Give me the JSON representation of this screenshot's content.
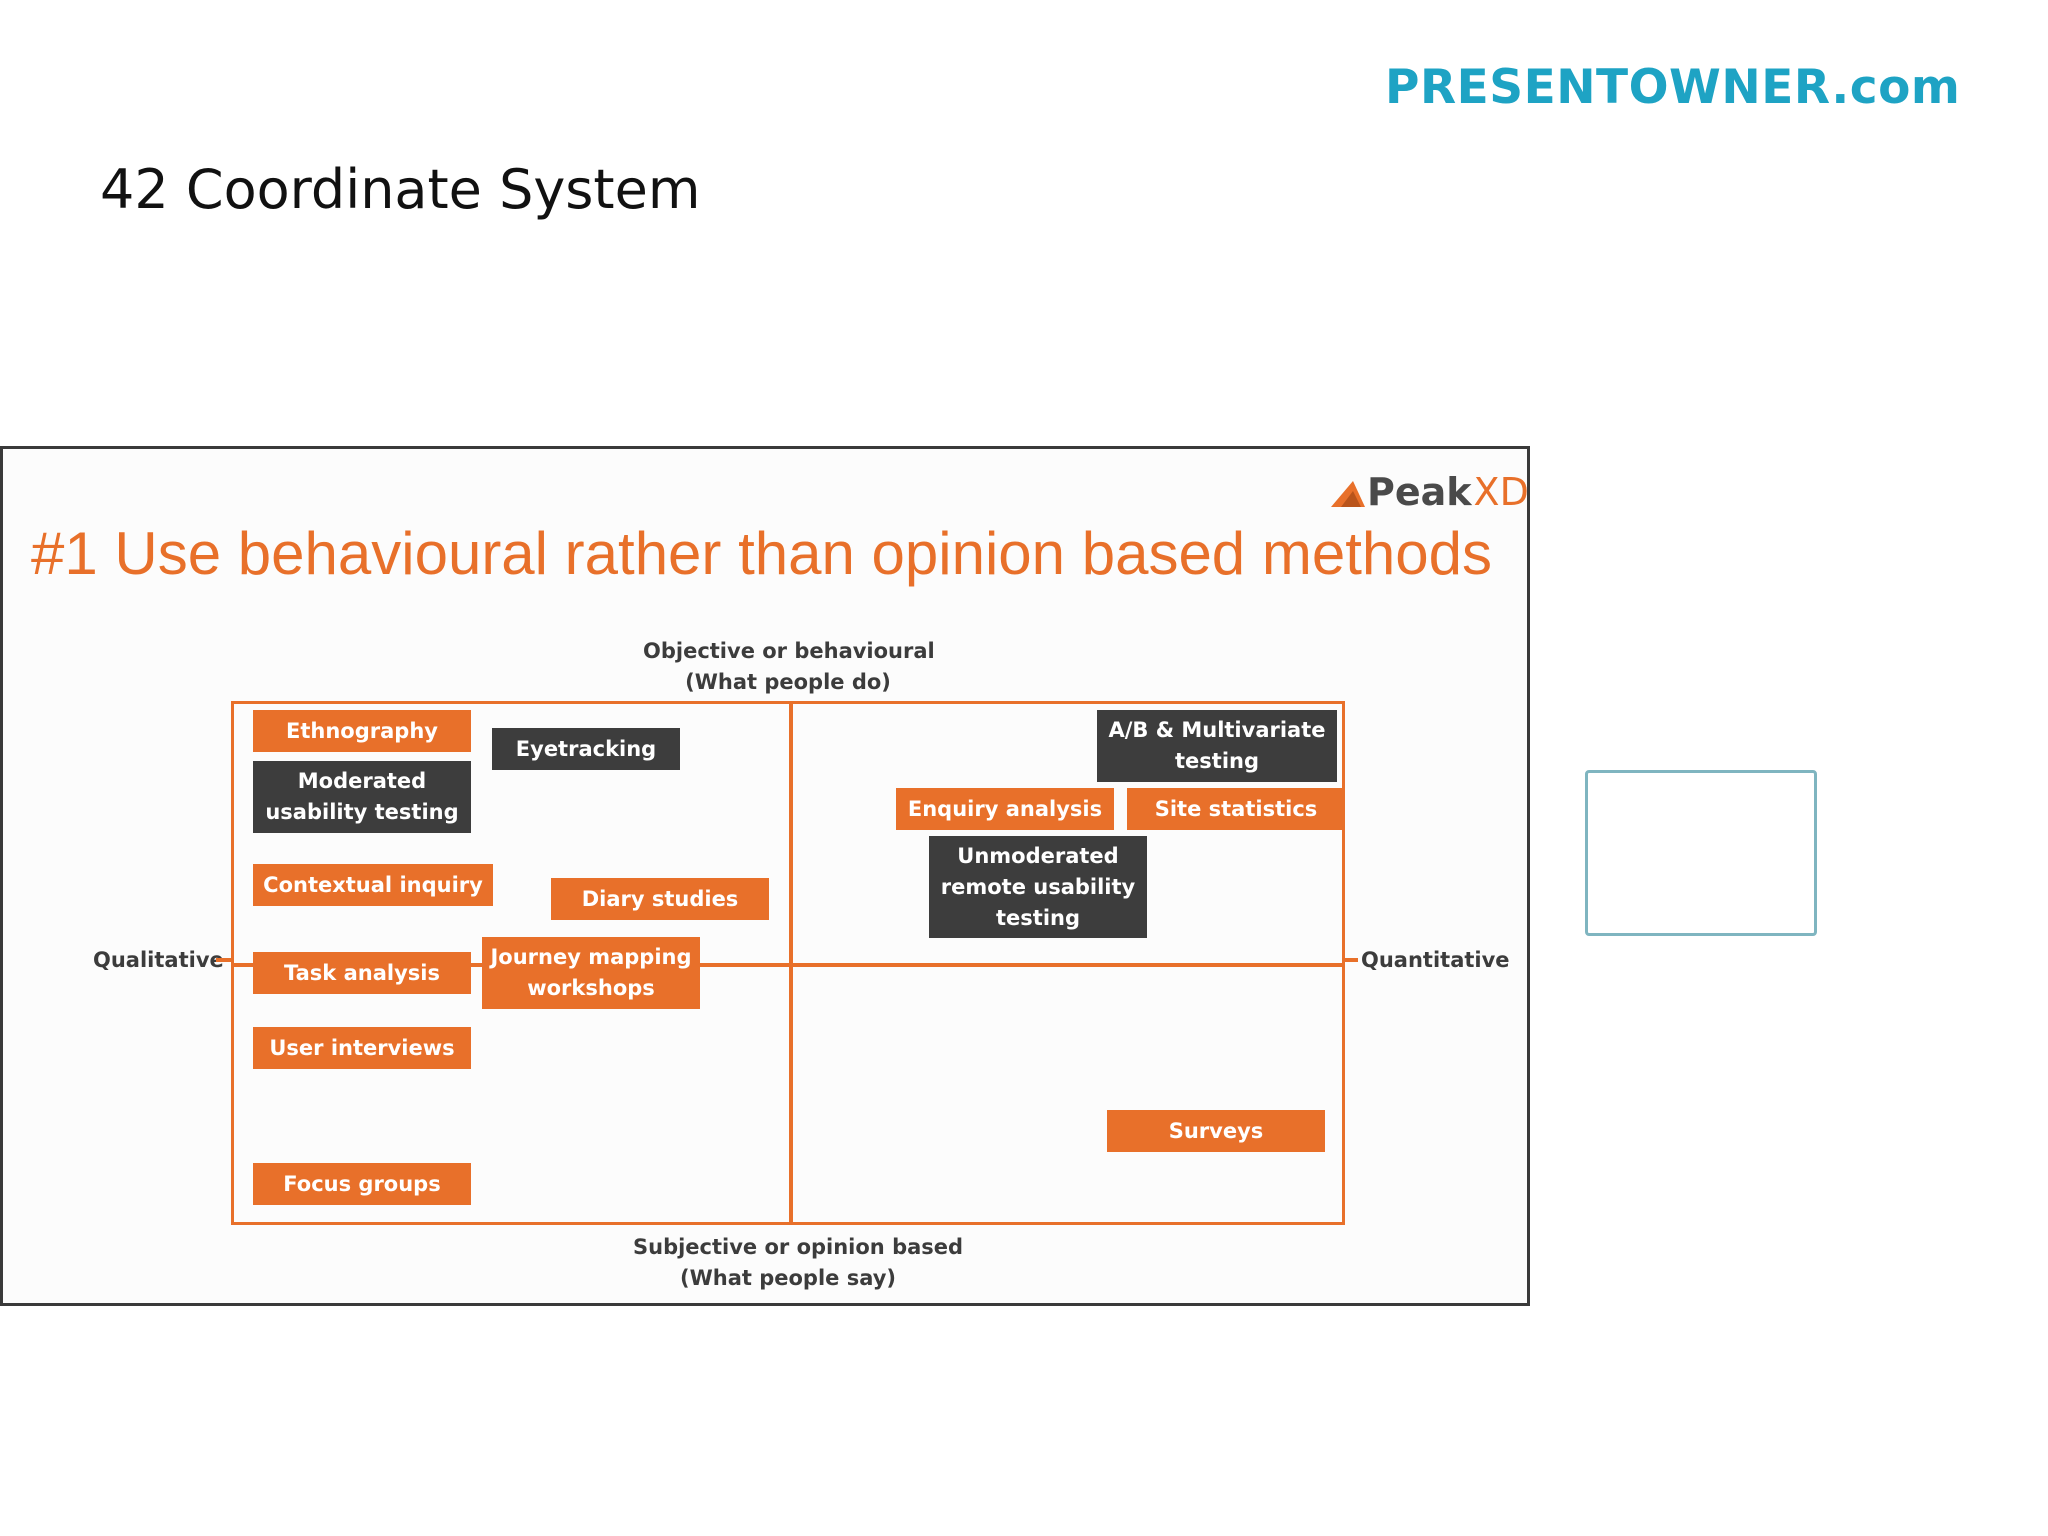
{
  "brand": "PRESENTOWNER.com",
  "slide_title": "42 Coordinate System",
  "diagram": {
    "logo": {
      "primary": "Peak",
      "secondary": "XD"
    },
    "headline": "#1 Use behavioural rather than opinion based methods",
    "axes": {
      "top": [
        "Objective or behavioural",
        "(What people do)"
      ],
      "bottom": [
        "Subjective or opinion based",
        "(What people say)"
      ],
      "left": "Qualitative",
      "right": "Quantitative"
    },
    "methods": {
      "ethnography": "Ethnography",
      "moderated": [
        "Moderated",
        "usability testing"
      ],
      "eyetracking": "Eyetracking",
      "contextual_inquiry": "Contextual inquiry",
      "diary_studies": "Diary studies",
      "task_analysis": "Task analysis",
      "journey_mapping": [
        "Journey mapping",
        "workshops"
      ],
      "user_interviews": "User interviews",
      "focus_groups": "Focus groups",
      "ab_testing": [
        "A/B & Multivariate",
        "testing"
      ],
      "enquiry_analysis": "Enquiry analysis",
      "site_statistics": "Site statistics",
      "unmoderated": [
        "Unmoderated",
        "remote usability",
        "testing"
      ],
      "surveys": "Surveys"
    },
    "colors": {
      "accent": "#e8702a",
      "dark": "#3d3d3d",
      "brand": "#1ea3c4"
    }
  }
}
